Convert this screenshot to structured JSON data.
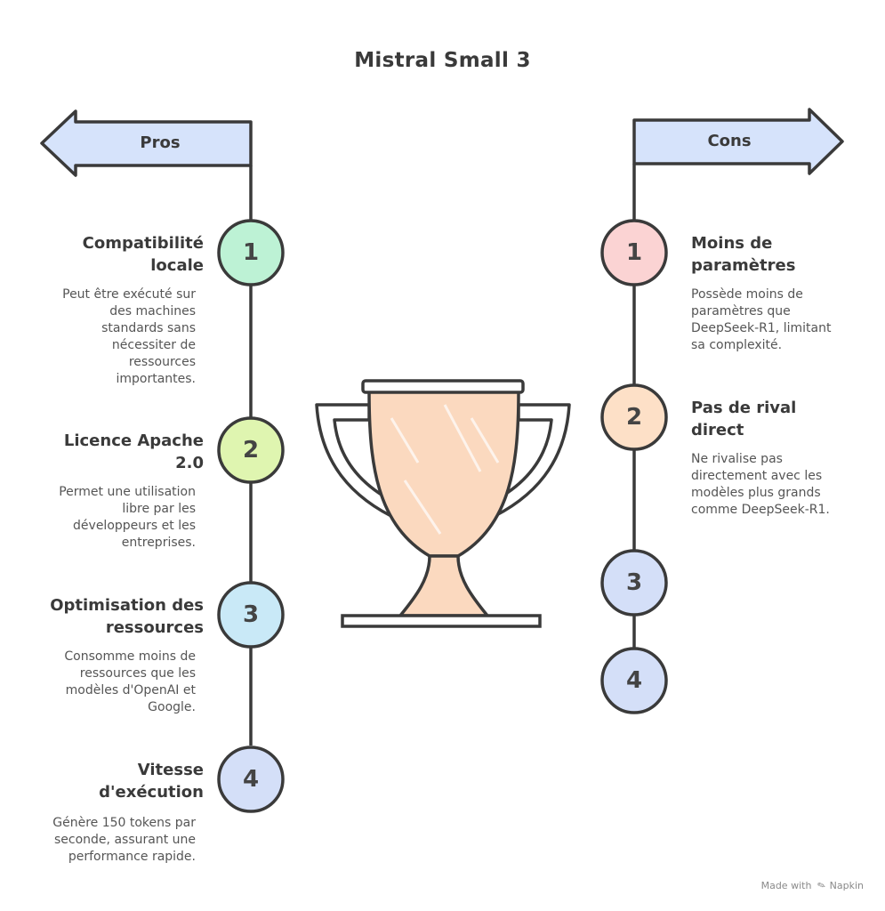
{
  "title": "Mistral Small 3",
  "pros": {
    "label": "Pros",
    "items": [
      {
        "number": "1",
        "title": "Compatibilité locale",
        "title_line1": "Compatibilité",
        "title_line2": "locale",
        "desc_lines": [
          "Peut être exécuté sur",
          "des machines",
          "standards sans",
          "nécessiter de",
          "ressources",
          "importantes."
        ],
        "color": "#bdf2d5"
      },
      {
        "number": "2",
        "title": "Licence Apache 2.0",
        "title_line1": "Licence Apache",
        "title_line2": "2.0",
        "desc_lines": [
          "Permet une utilisation",
          "libre par les",
          "développeurs et les",
          "entreprises."
        ],
        "color": "#dff5b0"
      },
      {
        "number": "3",
        "title": "Optimisation des ressources",
        "title_line1": "Optimisation des",
        "title_line2": "ressources",
        "desc_lines": [
          "Consomme moins de",
          "ressources que les",
          "modèles d'OpenAI et",
          "Google."
        ],
        "color": "#c9e9f7"
      },
      {
        "number": "4",
        "title": "Vitesse d'exécution",
        "title_line1": "Vitesse",
        "title_line2": "d'exécution",
        "desc_lines": [
          "Génère 150 tokens par",
          "seconde, assurant une",
          "performance rapide."
        ],
        "color": "#d4dff8"
      }
    ]
  },
  "cons": {
    "label": "Cons",
    "items": [
      {
        "number": "1",
        "title": "Moins de paramètres",
        "title_line1": "Moins de",
        "title_line2": "paramètres",
        "desc_lines": [
          "Possède moins de",
          "paramètres que",
          "DeepSeek-R1, limitant",
          "sa complexité."
        ],
        "color": "#fbd3d3"
      },
      {
        "number": "2",
        "title": "Pas de rival direct",
        "title_line1": "Pas de rival",
        "title_line2": "direct",
        "desc_lines": [
          "Ne rivalise pas",
          "directement avec les",
          "modèles plus grands",
          "comme DeepSeek-R1."
        ],
        "color": "#fde0c7"
      },
      {
        "number": "3",
        "color": "#d4dff8"
      },
      {
        "number": "4",
        "color": "#d4dff8"
      }
    ]
  },
  "colors": {
    "arrow_fill": "#d6e3fb",
    "trophy_fill": "#fbd9bf",
    "stroke": "#3a3a3a"
  },
  "footer": {
    "made_with": "Made with",
    "brand": "Napkin"
  }
}
